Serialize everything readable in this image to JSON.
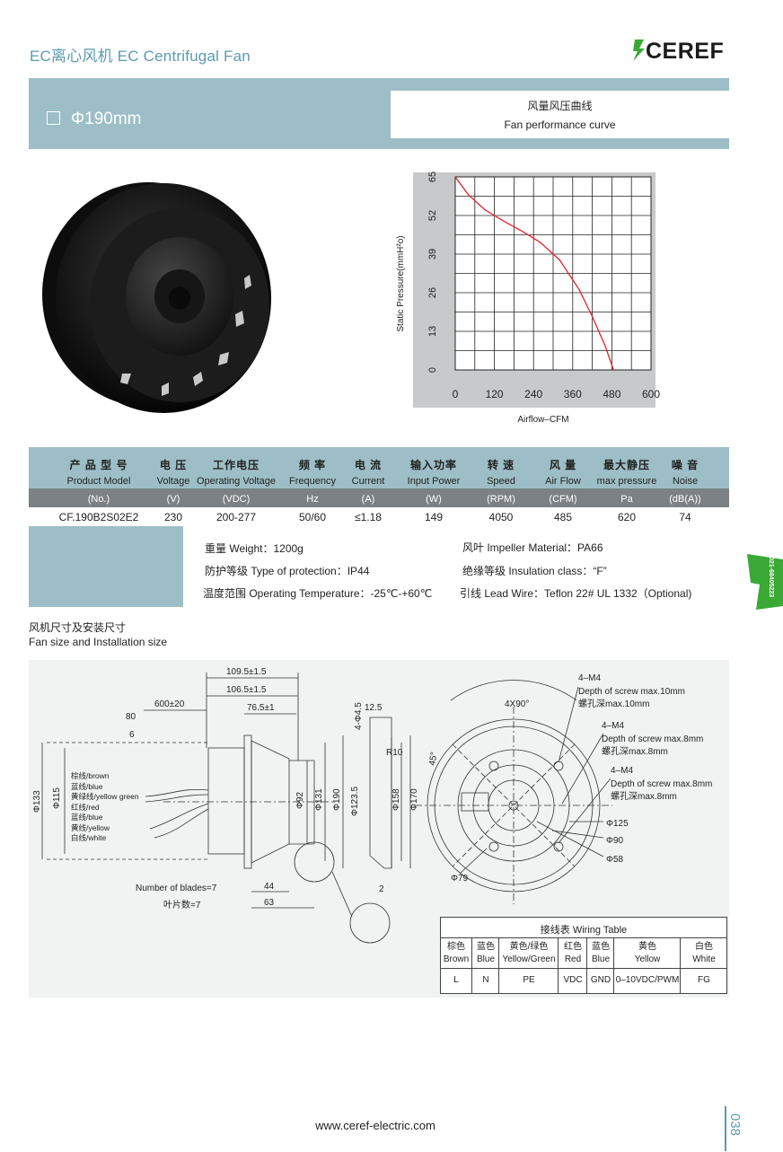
{
  "header": {
    "title": "EC离心风机  EC Centrifugal Fan",
    "logo_text": "CEREF"
  },
  "model_band": {
    "model": "Φ190mm",
    "curve_title_cn": "风量风压曲线",
    "curve_title_en": "Fan performance curve"
  },
  "chart_data": {
    "type": "line",
    "title": "",
    "xlabel": "Airflow–CFM",
    "ylabel": "Static Pressure(mmH²o)",
    "xlim": [
      0,
      600
    ],
    "ylim": [
      0,
      65
    ],
    "x_ticks": [
      0,
      120,
      240,
      360,
      480,
      600
    ],
    "y_ticks": [
      0,
      13,
      26,
      39,
      52,
      65
    ],
    "grid": true,
    "series": [
      {
        "color": "#e8202a",
        "x": [
          0,
          40,
          90,
          150,
          200,
          260,
          320,
          380,
          420,
          460,
          485
        ],
        "y": [
          65,
          59,
          54,
          50,
          47,
          43,
          37,
          27,
          18,
          8,
          0
        ]
      }
    ]
  },
  "specs": {
    "columns": [
      {
        "cn": "产 品 型 号",
        "en": "Product Model",
        "unit": "(No.)",
        "value": "CF.190B2S02E2"
      },
      {
        "cn": "电 压",
        "en": "Voltage",
        "unit": "(V)",
        "value": "230"
      },
      {
        "cn": "工作电压",
        "en": "Operating Voltage",
        "unit": "(VDC)",
        "value": "200-277"
      },
      {
        "cn": "频 率",
        "en": "Frequency",
        "unit": "Hz",
        "value": "50/60"
      },
      {
        "cn": "电 流",
        "en": "Current",
        "unit": "(A)",
        "value": "≤1.18"
      },
      {
        "cn": "输入功率",
        "en": "Input Power",
        "unit": "(W)",
        "value": "149"
      },
      {
        "cn": "转 速",
        "en": "Speed",
        "unit": "(RPM)",
        "value": "4050"
      },
      {
        "cn": "风 量",
        "en": "Air Flow",
        "unit": "(CFM)",
        "value": "485"
      },
      {
        "cn": "最大静压",
        "en": "max pressure",
        "unit": "Pa",
        "value": "620"
      },
      {
        "cn": "噪 音",
        "en": "Noise",
        "unit": "(dB(A))",
        "value": "74"
      }
    ]
  },
  "properties": {
    "weight": "重量 Weight：1200g",
    "impeller": "风叶 Impeller Material：PA66",
    "protection": "防护等级 Type of protection：IP44",
    "insulation": "绝缘等级 Insulation class：“F”",
    "temperature": "温度范围 Operating Temperature：-25℃-+60℃",
    "lead_wire": "引线 Lead Wire：Teflon 22# UL  1332（Optional)"
  },
  "side_tab": {
    "phone": "021-68405223",
    "color": "#3aa935"
  },
  "dimensions": {
    "title_cn": "风机尺寸及安装尺寸",
    "title_en": "Fan size and Installation size",
    "labels": {
      "d1095": "109.5±1.5",
      "d1065": "106.5±1.5",
      "d765": "76.5±1",
      "d600": "600±20",
      "d80": "80",
      "d6": "6",
      "phi133": "Φ133",
      "phi115": "Φ115",
      "phi92": "Φ92",
      "phi131": "Φ131",
      "phi190": "Φ190",
      "phi1235": "Φ123.5",
      "phi158": "Φ158",
      "phi170": "Φ170",
      "d45": "4-Φ4.5",
      "d125": "12.5",
      "r10": "R10",
      "d44": "44",
      "d63": "63",
      "d2": "2",
      "deg45": "45°",
      "x4": "4X90°",
      "m4a": "4–M4",
      "m4a_en": "Depth of screw max.10mm",
      "m4a_cn": "螺孔深max.10mm",
      "m4b": "4–M4",
      "m4b_en": "Depth of screw max.8mm",
      "m4b_cn": "螺孔深max.8mm",
      "m4c": "4–M4",
      "m4c_en": "Depth of screw max.8mm",
      "m4c_cn": "螺孔深max.8mm",
      "phi125": "Φ125",
      "phi90": "Φ90",
      "phi58": "Φ58",
      "phi79": "Φ79",
      "blades_en": "Number of blades=7",
      "blades_cn": "叶片数=7",
      "wire_brown": "棕线/brown",
      "wire_blue": "蓝线/blue",
      "wire_yg": "黄绿线/yellow green",
      "wire_red": "红线/red",
      "wire_blue2": "蓝线/blue",
      "wire_yellow": "黄线/yellow",
      "wire_white": "白线/white"
    }
  },
  "wiring_table": {
    "title": "接线表  Wiring Table",
    "columns": [
      {
        "cn": "棕色",
        "en": "Brown",
        "value": "L"
      },
      {
        "cn": "蓝色",
        "en": "Blue",
        "value": "N"
      },
      {
        "cn": "黄色/绿色",
        "en": "Yellow/Green",
        "value": "PE"
      },
      {
        "cn": "红色",
        "en": "Red",
        "value": "VDC"
      },
      {
        "cn": "蓝色",
        "en": "Blue",
        "value": "GND"
      },
      {
        "cn": "黄色",
        "en": "Yellow",
        "value": "0–10VDC/PWM"
      },
      {
        "cn": "白色",
        "en": "White",
        "value": "FG"
      }
    ]
  },
  "footer": {
    "url": "www.ceref-electric.com",
    "page": "038"
  }
}
